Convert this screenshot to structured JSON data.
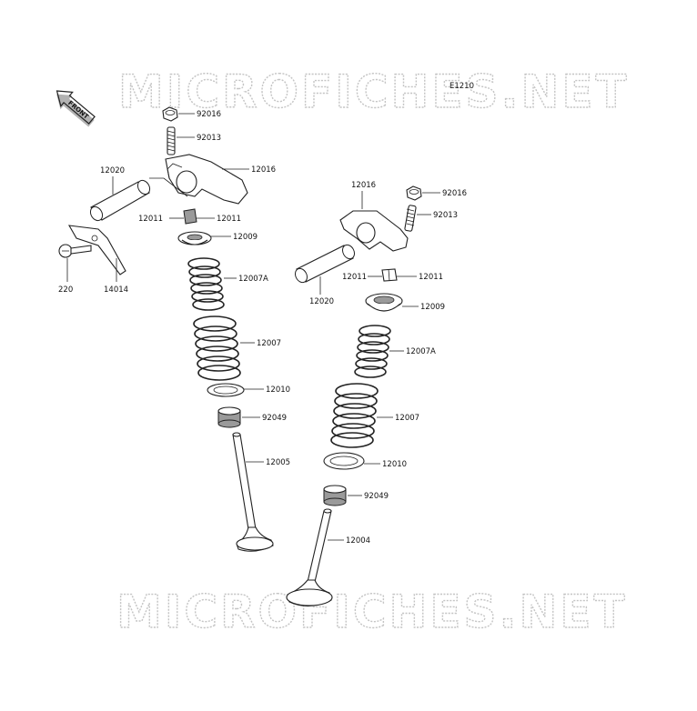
{
  "watermark": {
    "top": "MICROFICHES.NET",
    "bottom": "MICROFICHES.NET"
  },
  "diagram_code": "E1210",
  "front_indicator": "FRONT",
  "left_labels": {
    "nut": "92016",
    "adjust_screw": "92013",
    "rocker_arm": "12016",
    "rocker_shaft": "12020",
    "retainer_left": "12011",
    "retainer_right": "12011",
    "spring_retainer": "12009",
    "inner_spring": "12007A",
    "outer_spring": "12007",
    "spring_seat": "12010",
    "oil_seal": "92049",
    "valve": "12005",
    "screw": "220",
    "plate": "14014"
  },
  "right_labels": {
    "rocker_arm": "12016",
    "nut": "92016",
    "adjust_screw": "92013",
    "retainer_left": "12011",
    "retainer_right": "12011",
    "rocker_shaft": "12020",
    "spring_retainer": "12009",
    "inner_spring": "12007A",
    "outer_spring": "12007",
    "spring_seat": "12010",
    "oil_seal": "92049",
    "valve": "12004"
  }
}
